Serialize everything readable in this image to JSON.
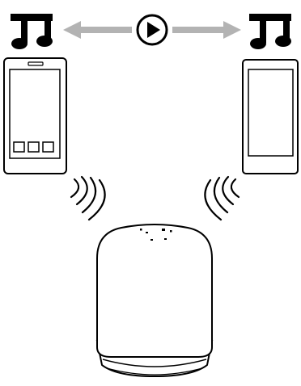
{
  "diagram": {
    "type": "connection-illustration",
    "left_device": {
      "kind": "smartphone",
      "icon": "music-note-icon",
      "screen_icons": 3
    },
    "right_device": {
      "kind": "tablet",
      "icon": "music-note-icon"
    },
    "center_control": {
      "icon": "play-icon"
    },
    "arrows": {
      "left": "arrow-left-icon",
      "right": "arrow-right-icon",
      "color": "#b3b3b3"
    },
    "speaker": {
      "kind": "wireless-speaker",
      "signal_icons": [
        "wireless-signal-left-icon",
        "wireless-signal-right-icon"
      ]
    },
    "colors": {
      "stroke": "#000000",
      "fill": "#ffffff",
      "arrow": "#b3b3b3"
    }
  }
}
